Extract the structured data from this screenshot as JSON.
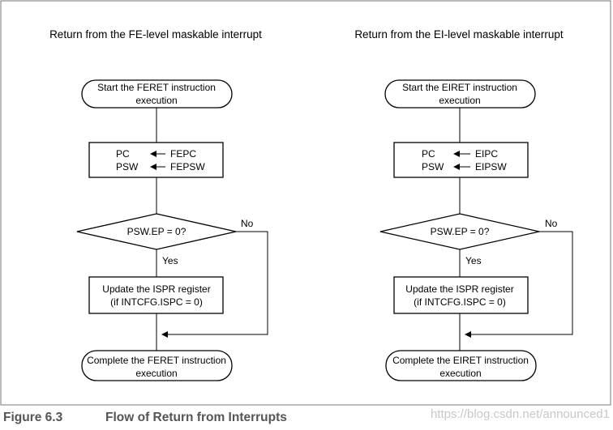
{
  "panels": [
    {
      "title": "Return from the FE-level maskable interrupt",
      "start_lines": [
        "Start the FERET instruction",
        "execution"
      ],
      "assign_rows": [
        {
          "dst": "PC",
          "src": "FEPC"
        },
        {
          "dst": "PSW",
          "src": "FEPSW"
        }
      ],
      "decision": "PSW.EP = 0?",
      "no_label": "No",
      "yes_label": "Yes",
      "update_lines": [
        "Update the ISPR register",
        "(if INTCFG.ISPC = 0)"
      ],
      "end_lines": [
        "Complete the FERET instruction",
        "execution"
      ]
    },
    {
      "title": "Return from the EI-level maskable interrupt",
      "start_lines": [
        "Start the EIRET instruction",
        "execution"
      ],
      "assign_rows": [
        {
          "dst": "PC",
          "src": "EIPC"
        },
        {
          "dst": "PSW",
          "src": "EIPSW"
        }
      ],
      "decision": "PSW.EP = 0?",
      "no_label": "No",
      "yes_label": "Yes",
      "update_lines": [
        "Update the ISPR register",
        "(if INTCFG.ISPC = 0)"
      ],
      "end_lines": [
        "Complete the EIRET instruction",
        "execution"
      ]
    }
  ],
  "caption": {
    "number": "Figure 6.3",
    "title": "Flow of Return from Interrupts"
  },
  "watermark": "https://blog.csdn.net/announced1"
}
